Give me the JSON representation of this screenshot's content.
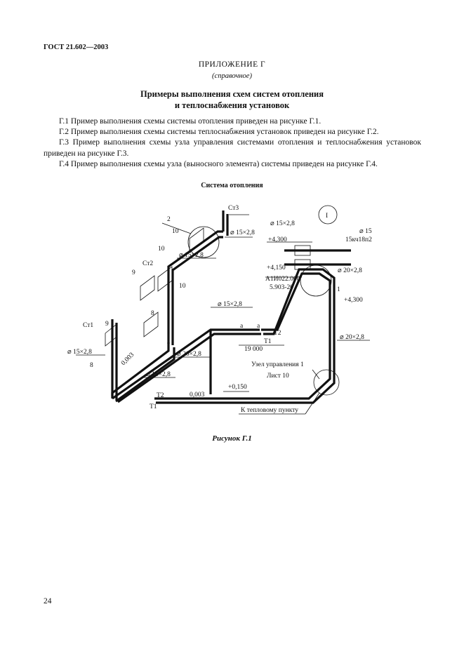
{
  "header": {
    "doc_code": "ГОСТ 21.602—2003"
  },
  "appendix": {
    "title": "ПРИЛОЖЕНИЕ Г",
    "subtitle": "(справочное)"
  },
  "heading": {
    "line1": "Примеры выполнения схем систем отопления",
    "line2": "и теплоснабжения установок"
  },
  "paragraphs": [
    "Г.1 Пример выполнения схемы системы отопления приведен на рисунке Г.1.",
    "Г.2 Пример выполнения схемы системы теплоснабжения установок приведен на рисунке Г.2.",
    "Г.3 Пример выполнения схемы узла управления системами отопления и теплоснабжения установок приведен на рисунке Г.3.",
    "Г.4 Пример выполнения схемы узла (выносного элемента) системы приведен на рисунке Г.4."
  ],
  "figure": {
    "title": "Система отопления",
    "caption": "Рисунок Г.1",
    "labels": {
      "st1": "Ст1",
      "st2": "Ст2",
      "st3": "Ст3",
      "n2": "2",
      "n10a": "10",
      "n10b": "10",
      "n10c": "10",
      "n9a": "9",
      "n9b": "9",
      "n8a": "8",
      "n8b": "8",
      "d15_st3": "⌀ 15×2,8",
      "d15_st2": "⌀ 15×2,8",
      "d15_mid": "⌀ 15×2,8",
      "d15_st1": "⌀ 15×2,8",
      "d15_bot": "⌀ 15×2,8",
      "d20_left": "⌀ 20×2,8",
      "d20_right": "⌀ 20×2,8",
      "slope_diag": "0,003",
      "slope_bot": "0,003",
      "t1_bot": "T1",
      "t2_bot": "T2",
      "t1_mid": "T1",
      "t2_mid": "T2",
      "a1": "a",
      "a2": "a",
      "length": "19 000",
      "lvl_0150": "+0,150",
      "lvl_4300": "+4,300",
      "node_ctrl": "Узел управления 1",
      "sheet": "Лист 10",
      "to_heat": "К тепловому пункту",
      "callout_1": "1",
      "detail_mark": "I",
      "det_d15": "⌀ 15×2,8",
      "det_lvl_4300": "+4,300",
      "det_lvl_4150": "+4,150",
      "det_ref1": "А1И022.000",
      "det_ref2": "5.903-20",
      "det_d15b": "⌀ 15",
      "det_valve": "15кч18п2",
      "det_d20": "⌀ 20×2,8"
    }
  },
  "page_number": "24"
}
